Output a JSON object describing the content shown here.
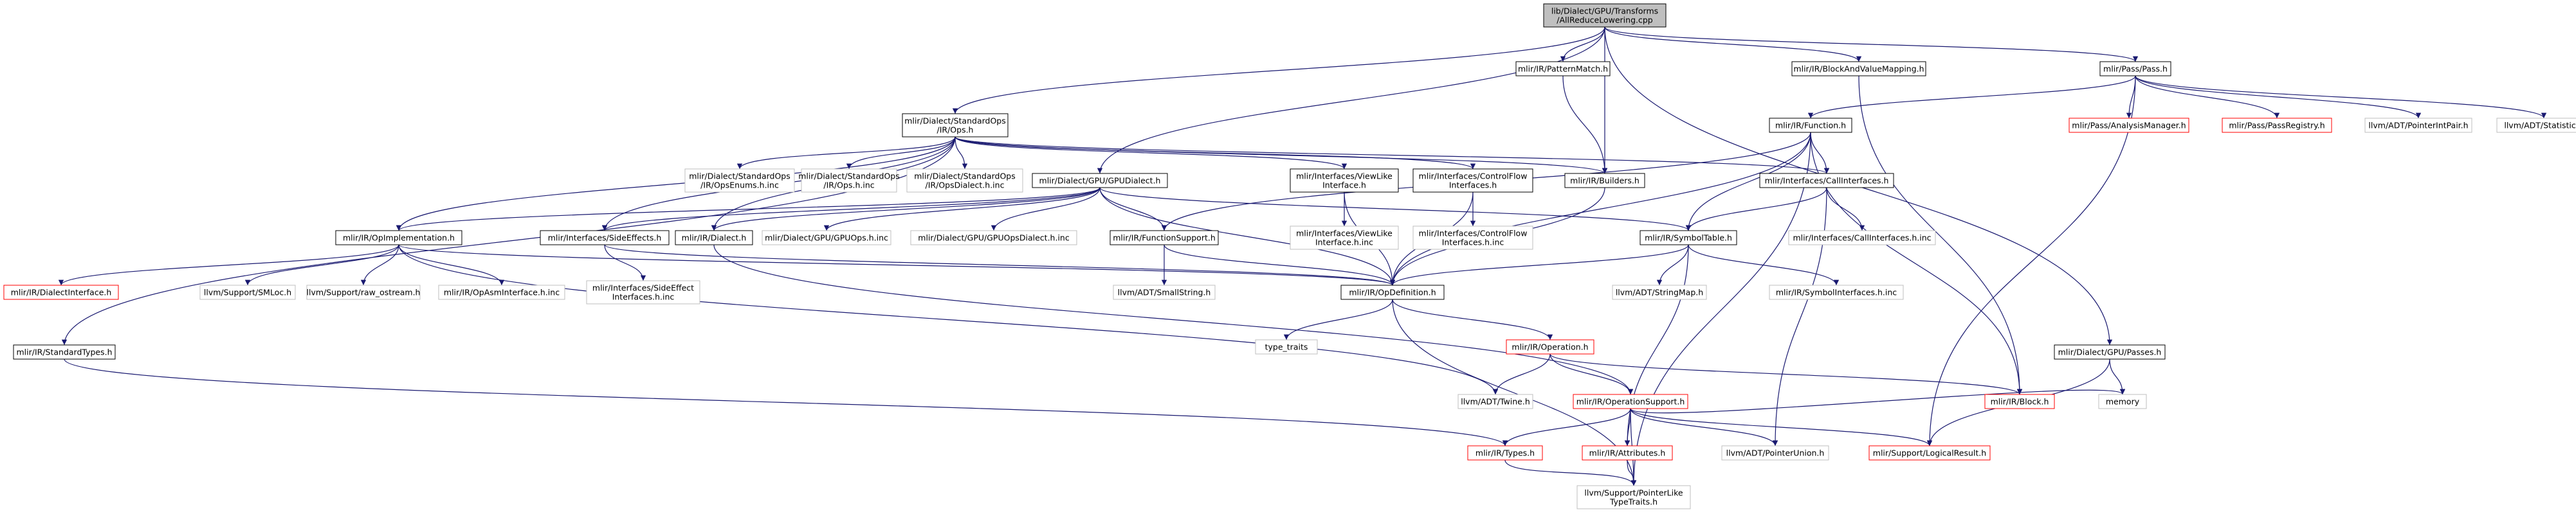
{
  "graph_title": "",
  "colors": {
    "edge": "#191970",
    "documented_border": "#000000",
    "missing_border": "#bfbfbf",
    "undocumented_border": "#ff0000",
    "root_fill": "#bfbfbf"
  },
  "nodes": {
    "root": {
      "lines": [
        "lib/Dialect/GPU/Transforms",
        "/AllReduceLowering.cpp"
      ],
      "kind": "root"
    },
    "stdops": {
      "lines": [
        "mlir/Dialect/StandardOps",
        "/IR/Ops.h"
      ],
      "kind": "doc"
    },
    "patmatch": {
      "lines": [
        "mlir/IR/PatternMatch.h"
      ],
      "kind": "doc"
    },
    "blockval": {
      "lines": [
        "mlir/IR/BlockAndValueMapping.h"
      ],
      "kind": "doc"
    },
    "pass": {
      "lines": [
        "mlir/Pass/Pass.h"
      ],
      "kind": "doc"
    },
    "function": {
      "lines": [
        "mlir/IR/Function.h"
      ],
      "kind": "doc"
    },
    "anamgr": {
      "lines": [
        "mlir/Pass/AnalysisManager.h"
      ],
      "kind": "undoc"
    },
    "passreg": {
      "lines": [
        "mlir/Pass/PassRegistry.h"
      ],
      "kind": "undoc"
    },
    "ptrintpair": {
      "lines": [
        "llvm/ADT/PointerIntPair.h"
      ],
      "kind": "missing"
    },
    "statistic": {
      "lines": [
        "llvm/ADT/Statistic.h"
      ],
      "kind": "missing"
    },
    "gpudialect": {
      "lines": [
        "mlir/Dialect/GPU/GPUDialect.h"
      ],
      "kind": "doc"
    },
    "opsenums": {
      "lines": [
        "mlir/Dialect/StandardOps",
        "/IR/OpsEnums.h.inc"
      ],
      "kind": "missing"
    },
    "opshinc": {
      "lines": [
        "mlir/Dialect/StandardOps",
        "/IR/Ops.h.inc"
      ],
      "kind": "missing"
    },
    "opsdialect": {
      "lines": [
        "mlir/Dialect/StandardOps",
        "/IR/OpsDialect.h.inc"
      ],
      "kind": "missing"
    },
    "viewlike": {
      "lines": [
        "mlir/Interfaces/ViewLike",
        "Interface.h"
      ],
      "kind": "doc"
    },
    "ctrlflow": {
      "lines": [
        "mlir/Interfaces/ControlFlow",
        "Interfaces.h"
      ],
      "kind": "doc"
    },
    "builders": {
      "lines": [
        "mlir/IR/Builders.h"
      ],
      "kind": "doc"
    },
    "callif": {
      "lines": [
        "mlir/Interfaces/CallInterfaces.h"
      ],
      "kind": "doc"
    },
    "opimpl": {
      "lines": [
        "mlir/IR/OpImplementation.h"
      ],
      "kind": "doc"
    },
    "sideeff": {
      "lines": [
        "mlir/Interfaces/SideEffects.h"
      ],
      "kind": "doc"
    },
    "dialect": {
      "lines": [
        "mlir/IR/Dialect.h"
      ],
      "kind": "doc"
    },
    "gpuopsinc": {
      "lines": [
        "mlir/Dialect/GPU/GPUOps.h.inc"
      ],
      "kind": "missing"
    },
    "gpuopsdial": {
      "lines": [
        "mlir/Dialect/GPU/GPUOpsDialect.h.inc"
      ],
      "kind": "missing"
    },
    "funcsupport": {
      "lines": [
        "mlir/IR/FunctionSupport.h"
      ],
      "kind": "doc"
    },
    "viewlikeinc": {
      "lines": [
        "mlir/Interfaces/ViewLike",
        "Interface.h.inc"
      ],
      "kind": "missing"
    },
    "ctrlflowinc": {
      "lines": [
        "mlir/Interfaces/ControlFlow",
        "Interfaces.h.inc"
      ],
      "kind": "missing"
    },
    "symtable": {
      "lines": [
        "mlir/IR/SymbolTable.h"
      ],
      "kind": "doc"
    },
    "callifinc": {
      "lines": [
        "mlir/Interfaces/CallInterfaces.h.inc"
      ],
      "kind": "missing"
    },
    "dialectif": {
      "lines": [
        "mlir/IR/DialectInterface.h"
      ],
      "kind": "undoc"
    },
    "smloc": {
      "lines": [
        "llvm/Support/SMLoc.h"
      ],
      "kind": "missing"
    },
    "rawostream": {
      "lines": [
        "llvm/Support/raw_ostream.h"
      ],
      "kind": "missing"
    },
    "opasmif": {
      "lines": [
        "mlir/IR/OpAsmInterface.h.inc"
      ],
      "kind": "missing"
    },
    "sideeffinc": {
      "lines": [
        "mlir/Interfaces/SideEffect",
        "Interfaces.h.inc"
      ],
      "kind": "missing"
    },
    "smallstring": {
      "lines": [
        "llvm/ADT/SmallString.h"
      ],
      "kind": "missing"
    },
    "opdef": {
      "lines": [
        "mlir/IR/OpDefinition.h"
      ],
      "kind": "doc"
    },
    "stringmap": {
      "lines": [
        "llvm/ADT/StringMap.h"
      ],
      "kind": "missing"
    },
    "symifinc": {
      "lines": [
        "mlir/IR/SymbolInterfaces.h.inc"
      ],
      "kind": "missing"
    },
    "typetraits": {
      "lines": [
        "type_traits"
      ],
      "kind": "missing"
    },
    "operation": {
      "lines": [
        "mlir/IR/Operation.h"
      ],
      "kind": "undoc"
    },
    "stdtypes": {
      "lines": [
        "mlir/IR/StandardTypes.h"
      ],
      "kind": "doc"
    },
    "gpupasses": {
      "lines": [
        "mlir/Dialect/GPU/Passes.h"
      ],
      "kind": "doc"
    },
    "twine": {
      "lines": [
        "llvm/ADT/Twine.h"
      ],
      "kind": "missing"
    },
    "opsupport": {
      "lines": [
        "mlir/IR/OperationSupport.h"
      ],
      "kind": "undoc"
    },
    "block": {
      "lines": [
        "mlir/IR/Block.h"
      ],
      "kind": "undoc"
    },
    "memory": {
      "lines": [
        "memory"
      ],
      "kind": "missing"
    },
    "types": {
      "lines": [
        "mlir/IR/Types.h"
      ],
      "kind": "undoc"
    },
    "attributes": {
      "lines": [
        "mlir/IR/Attributes.h"
      ],
      "kind": "undoc"
    },
    "ptrunion": {
      "lines": [
        "llvm/ADT/PointerUnion.h"
      ],
      "kind": "missing"
    },
    "logicalres": {
      "lines": [
        "mlir/Support/LogicalResult.h"
      ],
      "kind": "undoc"
    },
    "ptrlike": {
      "lines": [
        "llvm/Support/PointerLike",
        "TypeTraits.h"
      ],
      "kind": "missing"
    }
  },
  "edges": [
    [
      "root",
      "stdops"
    ],
    [
      "root",
      "patmatch"
    ],
    [
      "root",
      "blockval"
    ],
    [
      "root",
      "pass"
    ],
    [
      "root",
      "gpudialect"
    ],
    [
      "root",
      "builders"
    ],
    [
      "root",
      "gpupasses"
    ],
    [
      "stdops",
      "opsenums"
    ],
    [
      "stdops",
      "opshinc"
    ],
    [
      "stdops",
      "opsdialect"
    ],
    [
      "stdops",
      "viewlike"
    ],
    [
      "stdops",
      "ctrlflow"
    ],
    [
      "stdops",
      "builders"
    ],
    [
      "stdops",
      "callif"
    ],
    [
      "stdops",
      "opimpl"
    ],
    [
      "stdops",
      "sideeff"
    ],
    [
      "stdops",
      "dialect"
    ],
    [
      "stdops",
      "stdtypes"
    ],
    [
      "patmatch",
      "builders"
    ],
    [
      "blockval",
      "block"
    ],
    [
      "pass",
      "function"
    ],
    [
      "pass",
      "anamgr"
    ],
    [
      "pass",
      "passreg"
    ],
    [
      "pass",
      "ptrintpair"
    ],
    [
      "pass",
      "statistic"
    ],
    [
      "pass",
      "logicalres"
    ],
    [
      "function",
      "callif"
    ],
    [
      "function",
      "funcsupport"
    ],
    [
      "function",
      "symtable"
    ],
    [
      "function",
      "opdef"
    ],
    [
      "function",
      "block"
    ],
    [
      "function",
      "ptrlike"
    ],
    [
      "gpudialect",
      "funcsupport"
    ],
    [
      "gpudialect",
      "opimpl"
    ],
    [
      "gpudialect",
      "sideeff"
    ],
    [
      "gpudialect",
      "dialect"
    ],
    [
      "gpudialect",
      "gpuopsinc"
    ],
    [
      "gpudialect",
      "gpuopsdial"
    ],
    [
      "gpudialect",
      "symtable"
    ],
    [
      "gpudialect",
      "opdef"
    ],
    [
      "viewlike",
      "viewlikeinc"
    ],
    [
      "viewlike",
      "opdef"
    ],
    [
      "ctrlflow",
      "ctrlflowinc"
    ],
    [
      "ctrlflow",
      "opdef"
    ],
    [
      "builders",
      "opdef"
    ],
    [
      "callif",
      "callifinc"
    ],
    [
      "callif",
      "symtable"
    ],
    [
      "callif",
      "ptrunion"
    ],
    [
      "opimpl",
      "dialectif"
    ],
    [
      "opimpl",
      "smloc"
    ],
    [
      "opimpl",
      "rawostream"
    ],
    [
      "opimpl",
      "opasmif"
    ],
    [
      "opimpl",
      "opdef"
    ],
    [
      "opimpl",
      "twine"
    ],
    [
      "sideeff",
      "sideeffinc"
    ],
    [
      "sideeff",
      "opdef"
    ],
    [
      "dialect",
      "opsupport"
    ],
    [
      "funcsupport",
      "smallstring"
    ],
    [
      "funcsupport",
      "opdef"
    ],
    [
      "symtable",
      "stringmap"
    ],
    [
      "symtable",
      "symifinc"
    ],
    [
      "symtable",
      "opdef"
    ],
    [
      "symtable",
      "attributes"
    ],
    [
      "opdef",
      "typetraits"
    ],
    [
      "opdef",
      "operation"
    ],
    [
      "opdef",
      "ptrlike"
    ],
    [
      "operation",
      "twine"
    ],
    [
      "operation",
      "opsupport"
    ],
    [
      "operation",
      "block"
    ],
    [
      "stdtypes",
      "types"
    ],
    [
      "gpupasses",
      "memory"
    ],
    [
      "gpupasses",
      "logicalres"
    ],
    [
      "opsupport",
      "types"
    ],
    [
      "opsupport",
      "attributes"
    ],
    [
      "opsupport",
      "ptrunion"
    ],
    [
      "opsupport",
      "logicalres"
    ],
    [
      "opsupport",
      "memory"
    ],
    [
      "opsupport",
      "ptrlike"
    ],
    [
      "types",
      "ptrlike"
    ],
    [
      "attributes",
      "ptrlike"
    ]
  ]
}
